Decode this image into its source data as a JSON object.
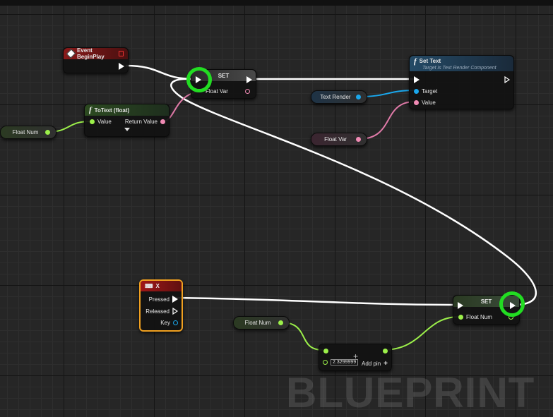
{
  "watermark": "BLUEPRINT",
  "nodes": {
    "event_beginplay": {
      "title": "Event BeginPlay"
    },
    "set_top": {
      "title": "SET",
      "pin": "Float Var"
    },
    "to_text": {
      "title": "ToText (float)",
      "input": "Value",
      "output": "Return Value"
    },
    "set_text": {
      "title": "Set Text",
      "subtitle": "Target is Text Render Component",
      "pin_target": "Target",
      "pin_value": "Value"
    },
    "text_render_var": {
      "label": "Text Render"
    },
    "float_var_get": {
      "label": "Float Var"
    },
    "float_num_left": {
      "label": "Float Num"
    },
    "key_x": {
      "title": "X",
      "pressed": "Pressed",
      "released": "Released",
      "key": "Key"
    },
    "float_num_mid": {
      "label": "Float Num"
    },
    "add_node": {
      "value": "2.3299999",
      "add_pin": "Add pin",
      "plus": "+"
    },
    "set_bottom": {
      "title": "SET",
      "pin": "Float Num"
    }
  },
  "colors": {
    "exec_wire": "#ffffff",
    "float_wire": "#9cf04a",
    "text_wire": "#e07aa8",
    "object_wire": "#1aa7ec",
    "highlight": "#22dd22",
    "event_header": "#7a1616",
    "function_header": "#1f4a6b",
    "set_header": "#3a3a3a",
    "input_header": "#a01818",
    "input_border": "#f0a020"
  },
  "icons": [
    "event-icon",
    "function-icon",
    "keyboard-icon",
    "exec-pin",
    "data-pin"
  ]
}
